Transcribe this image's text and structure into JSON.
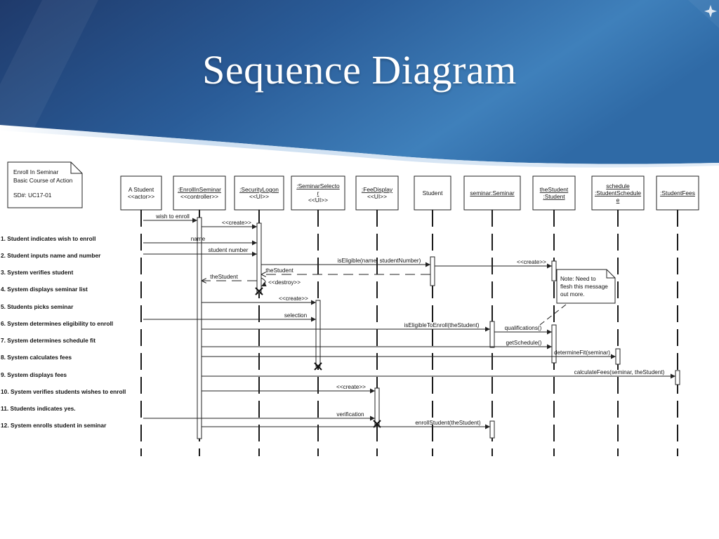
{
  "slide": {
    "title": "Sequence Diagram"
  },
  "frame_note": {
    "lines": [
      "Enroll In Seminar",
      "Basic Course of Action",
      "SD#: UC17-01"
    ]
  },
  "lifelines": [
    {
      "id": "student",
      "lines": [
        "A Student",
        "<<actor>>"
      ],
      "underline": []
    },
    {
      "id": "enroll",
      "lines": [
        ":EnrollInSeminar",
        "<<controller>>"
      ],
      "underline": [
        0
      ]
    },
    {
      "id": "logon",
      "lines": [
        ":SecurityLogon",
        "<<UI>>"
      ],
      "underline": [
        0
      ]
    },
    {
      "id": "selector",
      "lines": [
        ":SeminarSelecto",
        "r",
        "<<UI>>"
      ],
      "underline": [
        0,
        1
      ]
    },
    {
      "id": "fee",
      "lines": [
        ":FeeDisplay",
        "<<UI>>"
      ],
      "underline": [
        0
      ]
    },
    {
      "id": "studentclass",
      "lines": [
        "Student"
      ],
      "underline": []
    },
    {
      "id": "seminar",
      "lines": [
        "seminar:Seminar"
      ],
      "underline": [
        0
      ]
    },
    {
      "id": "thestudent",
      "lines": [
        "theStudent",
        ":Student"
      ],
      "underline": [
        0,
        1
      ]
    },
    {
      "id": "schedule",
      "lines": [
        "schedule",
        ":StudentSchedule",
        "e"
      ],
      "underline": [
        0,
        1,
        2
      ]
    },
    {
      "id": "fees",
      "lines": [
        ":StudentFees"
      ],
      "underline": [
        0
      ]
    }
  ],
  "steps": [
    "1.  Student indicates wish to enroll",
    "2.  Student inputs name and number",
    "3.  System verifies student",
    "4.  System displays seminar list",
    "5.  Students picks seminar",
    "6.  System determines eligibility to enroll",
    "7.  System determines schedule fit",
    "8.  System calculates fees",
    "9.  System displays fees",
    "10. System verifies students wishes to enroll",
    "11. Students indicates yes.",
    "12. System enrolls student in seminar"
  ],
  "messages": [
    {
      "id": "m1",
      "from": "student",
      "to": "enroll",
      "label": "wish to enroll",
      "kind": "sync"
    },
    {
      "id": "m2",
      "from": "enroll",
      "to": "logon",
      "label": "<<create>>",
      "kind": "create"
    },
    {
      "id": "m3",
      "from": "student",
      "to": "logon",
      "label": "name",
      "kind": "sync"
    },
    {
      "id": "m4",
      "from": "student",
      "to": "logon",
      "label": "student number",
      "kind": "sync"
    },
    {
      "id": "m5",
      "from": "logon",
      "to": "studentclass",
      "label": "isEligible(name, studentNumber)",
      "kind": "sync"
    },
    {
      "id": "m6",
      "from": "studentclass",
      "to": "thestudent",
      "label": "<<create>>",
      "kind": "create"
    },
    {
      "id": "m7",
      "from": "studentclass",
      "to": "logon",
      "label": "theStudent",
      "kind": "return"
    },
    {
      "id": "m8",
      "from": "logon",
      "to": "enroll",
      "label": "theStudent",
      "kind": "return"
    },
    {
      "id": "m9",
      "from": "logon",
      "to": "logon",
      "label": "<<destroy>>",
      "kind": "self"
    },
    {
      "id": "m10",
      "from": "enroll",
      "to": "selector",
      "label": "<<create>>",
      "kind": "create"
    },
    {
      "id": "m11",
      "from": "student",
      "to": "selector",
      "label": "selection",
      "kind": "sync"
    },
    {
      "id": "m12",
      "from": "enroll",
      "to": "seminar",
      "label": "isEligibleToEnroll(theStudent)",
      "kind": "sync"
    },
    {
      "id": "m13",
      "from": "seminar",
      "to": "thestudent",
      "label": "qualifications()",
      "kind": "sync"
    },
    {
      "id": "m14",
      "from": "enroll",
      "to": "thestudent",
      "label": "getSchedule()",
      "kind": "sync"
    },
    {
      "id": "m15",
      "from": "enroll",
      "to": "schedule",
      "label": "determineFit(seminar)",
      "kind": "sync"
    },
    {
      "id": "m16",
      "from": "enroll",
      "to": "fees",
      "label": "calculateFees(seminar, theStudent)",
      "kind": "sync"
    },
    {
      "id": "m17",
      "from": "enroll",
      "to": "fee",
      "label": "<<create>>",
      "kind": "create"
    },
    {
      "id": "m18",
      "from": "student",
      "to": "fee",
      "label": "verification",
      "kind": "sync"
    },
    {
      "id": "m19",
      "from": "enroll",
      "to": "seminar",
      "label": "enrollStudent(theStudent)",
      "kind": "sync"
    }
  ],
  "note": {
    "lines": [
      "Note: Need to",
      "flesh this message",
      "out more."
    ]
  }
}
